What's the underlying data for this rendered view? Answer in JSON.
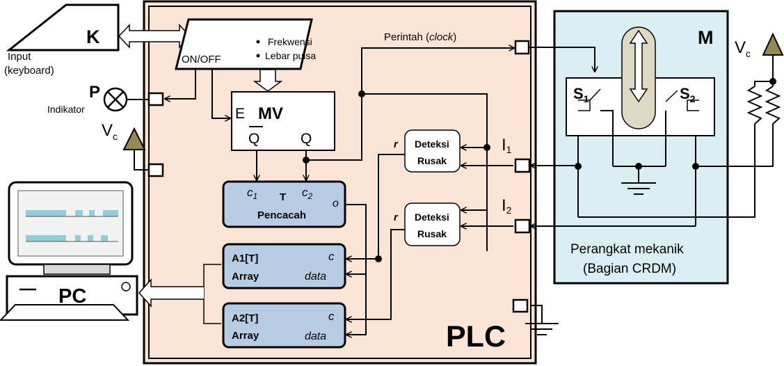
{
  "colors": {
    "plc_fill": "#fce4d6",
    "mech_fill": "#dbeef4",
    "block_fill": "#b8cce4",
    "ground_triangle": "#948a54",
    "rod_fill": "#ddd9c4",
    "screen_teal": "#92cddc"
  },
  "keyboard": {
    "letter": "K",
    "caption_line1": "Input",
    "caption_line2": "(keyboard)"
  },
  "indicator": {
    "letter": "P",
    "caption": "Indikator"
  },
  "vc_left": {
    "base": "V",
    "sub": "c"
  },
  "vc_right": {
    "base": "V",
    "sub": "c"
  },
  "input_box": {
    "onoff": "ON/OFF",
    "bullet1": "Frekwensi",
    "bullet2": "Lebar pulsa"
  },
  "command": {
    "prefix": "Perintah (",
    "clock": "clock",
    "suffix": ")"
  },
  "mv": {
    "e": "E",
    "title": "MV",
    "qbar": "Q",
    "q": "Q"
  },
  "counter": {
    "c1": "c",
    "c1_sub": "1",
    "t": "T",
    "c2": "c",
    "c2_sub": "2",
    "o": "o",
    "label": "Pencacah"
  },
  "array1": {
    "title": "A1[T]",
    "label": "Array",
    "c": "c",
    "data": "data"
  },
  "array2": {
    "title": "A2[T]",
    "label": "Array",
    "c": "c",
    "data": "data"
  },
  "detect1": {
    "r": "r",
    "line1": "Deteksi",
    "line2": "Rusak"
  },
  "detect2": {
    "r": "r",
    "line1": "Deteksi",
    "line2": "Rusak"
  },
  "i1": {
    "base": "I",
    "sub": "1"
  },
  "i2": {
    "base": "I",
    "sub": "2"
  },
  "plc_label": "PLC",
  "pc_label": "PC",
  "mechanical": {
    "m": "M",
    "s1": "S",
    "s1_sub": "1",
    "s2": "S",
    "s2_sub": "2",
    "caption_line1": "Perangkat mekanik",
    "caption_line2": "(Bagian CRDM)"
  }
}
